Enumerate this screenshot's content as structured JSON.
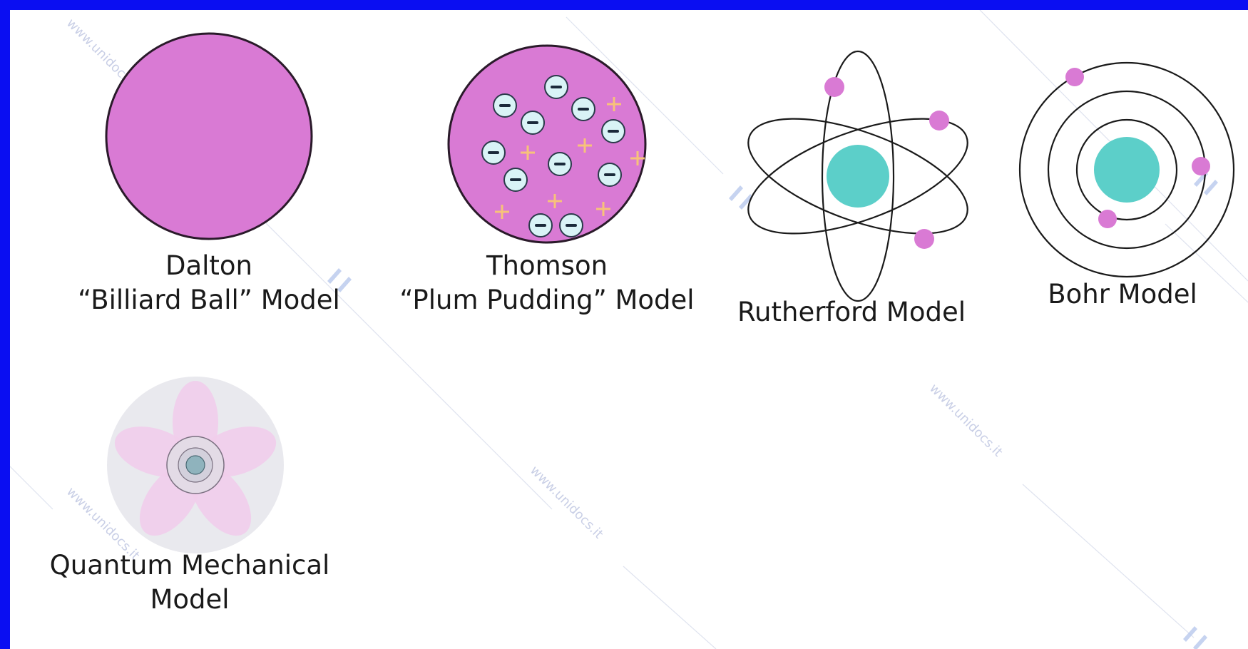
{
  "models": [
    {
      "id": "dalton",
      "lines": [
        "Dalton",
        "“Billiard Ball” Model"
      ]
    },
    {
      "id": "thomson",
      "lines": [
        "Thomson",
        "“Plum Pudding” Model"
      ]
    },
    {
      "id": "rutherford",
      "lines": [
        "Rutherford Model"
      ]
    },
    {
      "id": "bohr",
      "lines": [
        "Bohr Model"
      ]
    },
    {
      "id": "quantum",
      "lines": [
        "Quantum Mechanical",
        "Model"
      ]
    }
  ],
  "watermark": "www.unidocs.it",
  "colors": {
    "frame": "#0a0ef2",
    "magenta": "#d97ad4",
    "nucleus": "#5ccfc9",
    "electron_fill": "#d9f3f6",
    "plus": "#f7c27a",
    "quantum_cloud": "#e9e9ee",
    "quantum_lobe": "#f1cdeb"
  }
}
